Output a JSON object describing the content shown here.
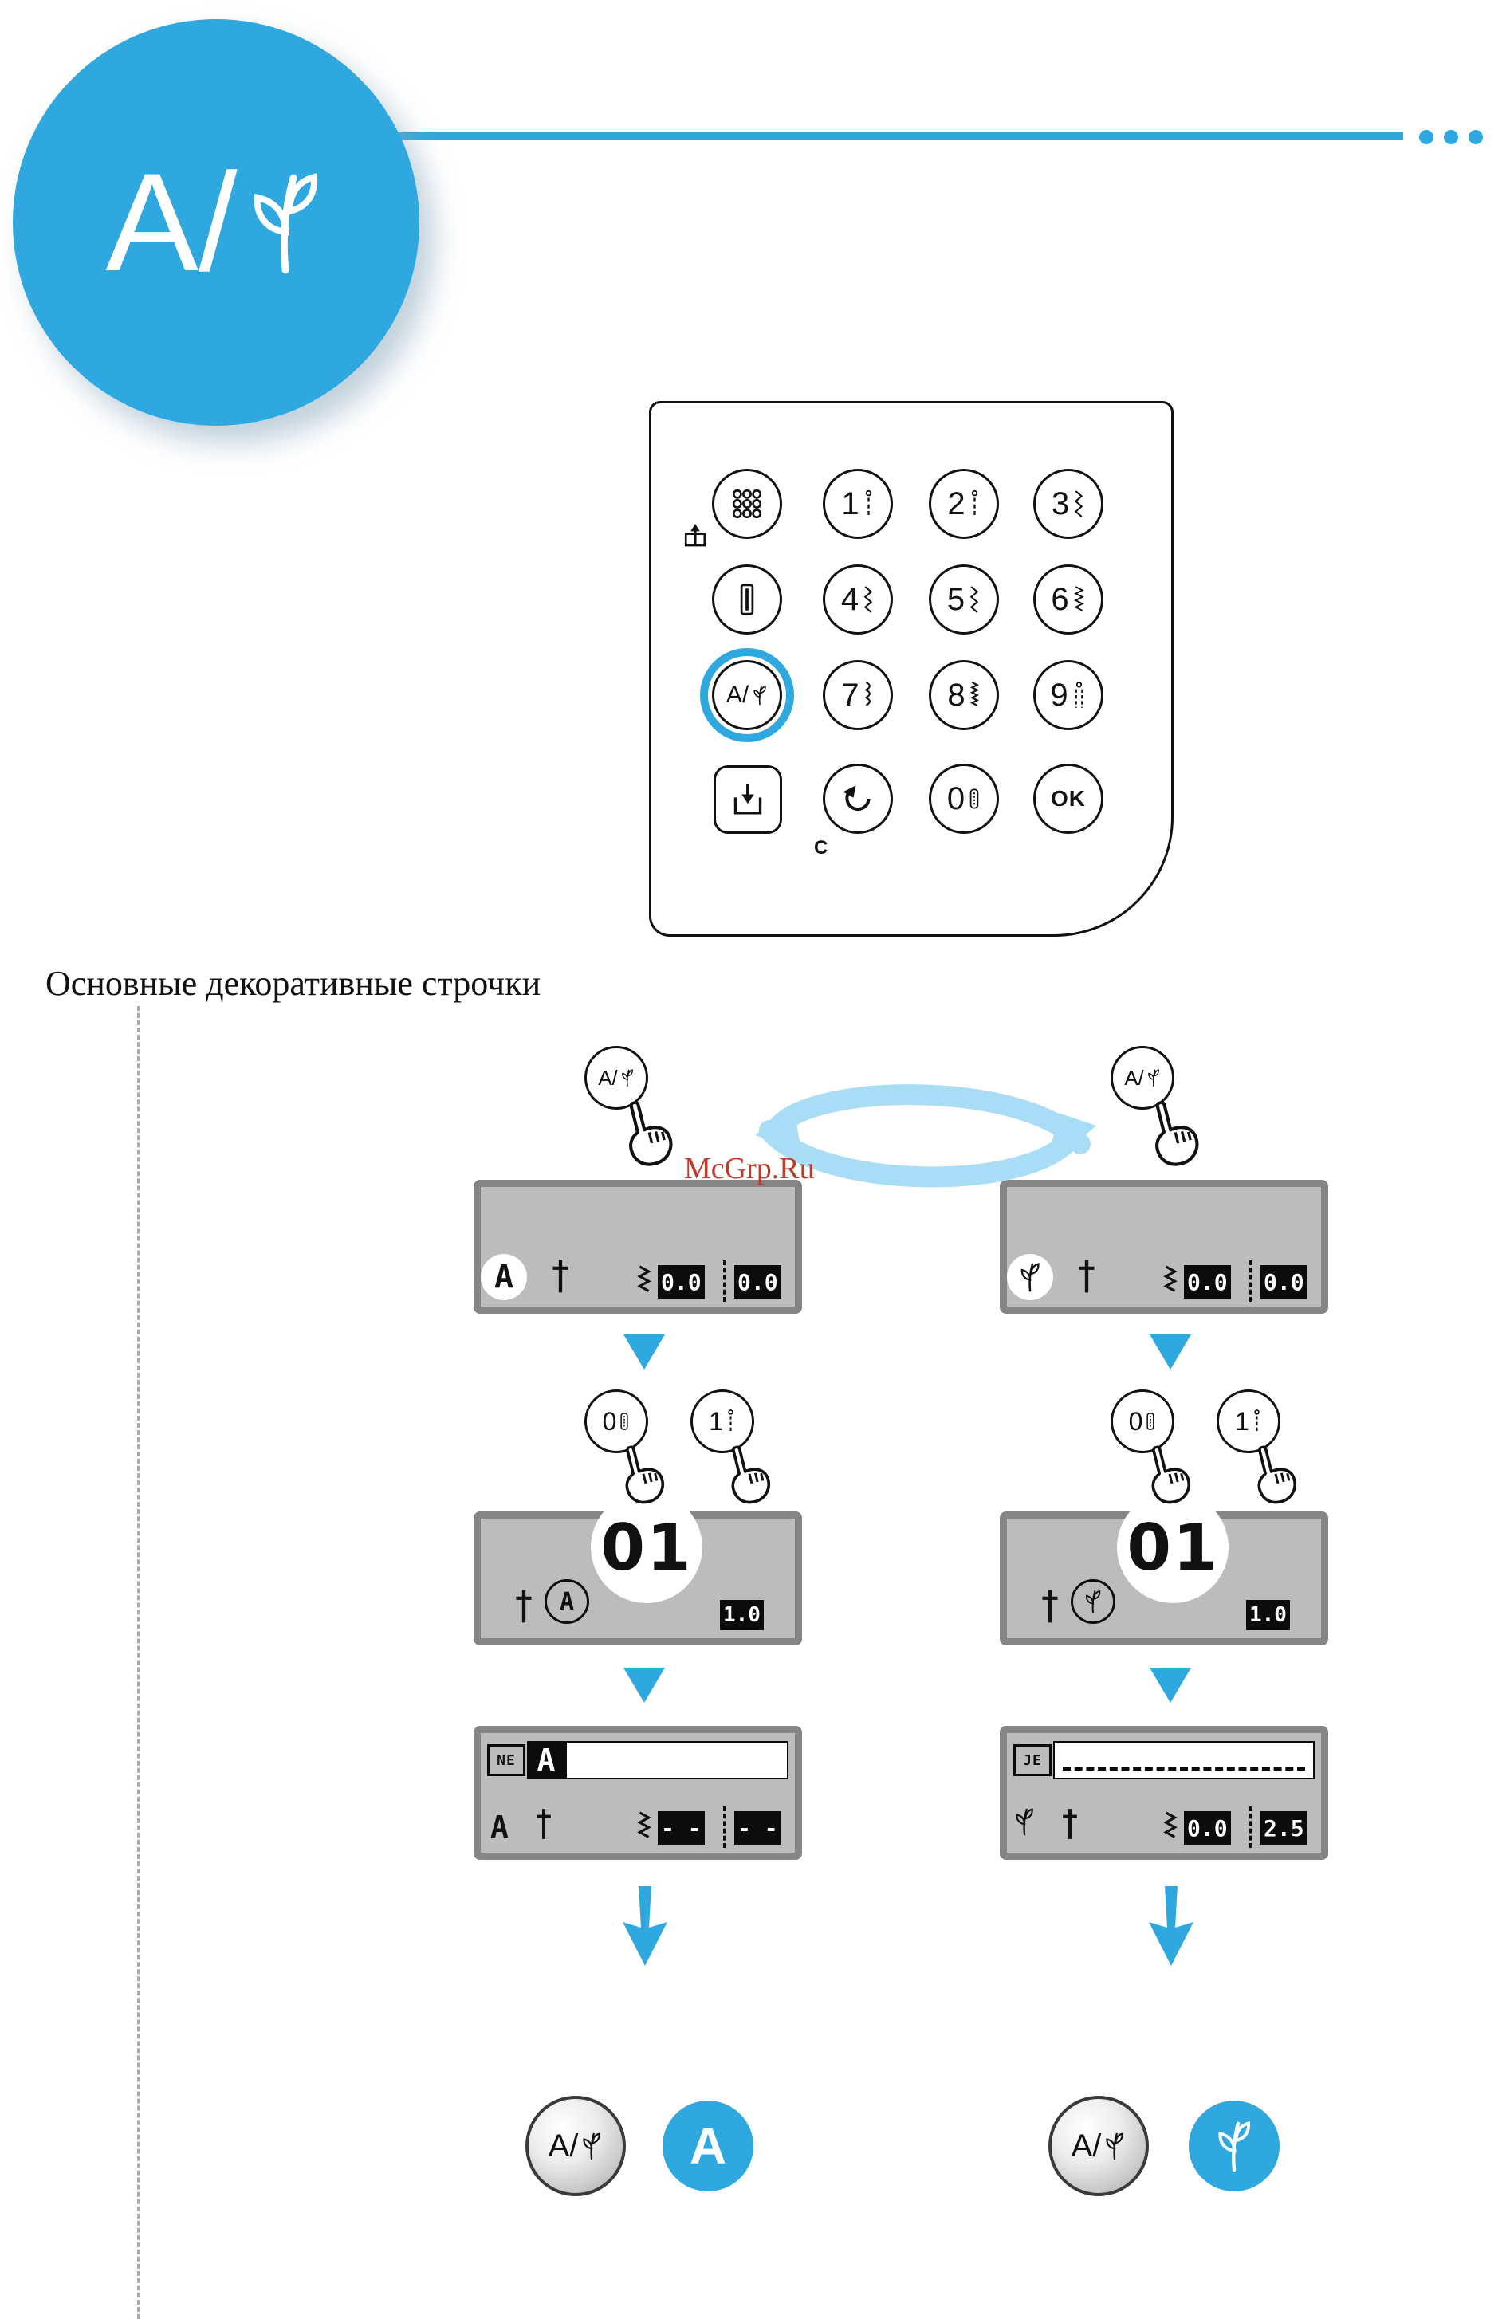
{
  "colors": {
    "accent": "#2FA8E0",
    "arrow_light": "#A9DDF6",
    "watermark": "#C03A2B",
    "lcd_screen": "#BCBCBC",
    "lcd_frame": "#868686"
  },
  "badge": {
    "label": "A/"
  },
  "heading": "Основные декоративные строчки",
  "watermark": "McGrp.Ru",
  "icons": {
    "leaf": "decorative-stitch-branch",
    "needle": "needle-position-dagger",
    "zigzag": "stitch-width-zigzag",
    "hand": "pointing-hand",
    "direct_select_dots": "3x3-dot-grid",
    "buttonhole": "buttonhole-stitch",
    "memory": "save-to-memory-arrow-box",
    "back": "return-curved-arrow",
    "presser_foot": "buttonhole-foot",
    "down_triangle": "solid-down-triangle",
    "big_down_arrow": "bold-down-arrow",
    "cycle_arrows": "toggle-cycle-arrows"
  },
  "keypad": {
    "buttons": [
      {
        "label": "",
        "icon": "direct-select-dots-icon"
      },
      {
        "label": "1",
        "icon": "straight-stitch-icon"
      },
      {
        "label": "2",
        "icon": "straight-stitch-icon"
      },
      {
        "label": "3",
        "icon": "stretch-stitch-icon"
      },
      {
        "label": "",
        "icon": "buttonhole-icon"
      },
      {
        "label": "4",
        "icon": "zigzag-stitch-icon"
      },
      {
        "label": "5",
        "icon": "zigzag-stitch-icon"
      },
      {
        "label": "6",
        "icon": "multi-zigzag-stitch-icon"
      },
      {
        "label": "A/",
        "icon": "leaf-icon",
        "highlighted": true
      },
      {
        "label": "7",
        "icon": "scallop-stitch-icon"
      },
      {
        "label": "8",
        "icon": "dense-zigzag-stitch-icon"
      },
      {
        "label": "9",
        "icon": "double-straight-stitch-icon"
      },
      {
        "label": "",
        "icon": "memory-icon"
      },
      {
        "label": "",
        "icon": "back-icon",
        "sub_label": "C"
      },
      {
        "label": "0",
        "icon": "presser-foot-icon"
      },
      {
        "label": "OK"
      }
    ]
  },
  "flow": {
    "digits": [
      "0",
      "1"
    ],
    "left": {
      "mode_button_label": "A/",
      "lcd_initial": {
        "symbol": "A",
        "width": "0.0",
        "length": "0.0"
      },
      "lcd_selected": {
        "symbol": "A",
        "number": "01",
        "value": "1.0"
      },
      "lcd_result": {
        "mode_tag": "NE",
        "selected_char": "A",
        "symbol": "A",
        "width": "- -",
        "length": "- -"
      },
      "result_button_label": "A/",
      "result_display": "A"
    },
    "right": {
      "mode_button_label": "A/",
      "lcd_initial": {
        "width": "0.0",
        "length": "0.0"
      },
      "lcd_selected": {
        "number": "01",
        "value": "1.0"
      },
      "lcd_result": {
        "mode_tag": "JE",
        "width": "0.0",
        "length": "2.5"
      },
      "result_button_label": "A/"
    }
  }
}
